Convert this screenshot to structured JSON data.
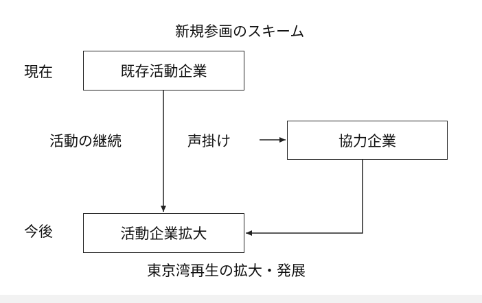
{
  "diagram": {
    "title": "新規参画のスキーム",
    "footer": "東京湾再生の拡大・発展",
    "labels": {
      "current": "現在",
      "future": "今後",
      "continue": "活動の継続",
      "invite": "声掛け"
    },
    "nodes": {
      "existing": "既存活動企業",
      "partner": "協力企業",
      "expanded": "活動企業拡大"
    },
    "colors": {
      "line": "#222222",
      "background": "#ffffff",
      "bottom_band": "#f2f2f2"
    }
  }
}
